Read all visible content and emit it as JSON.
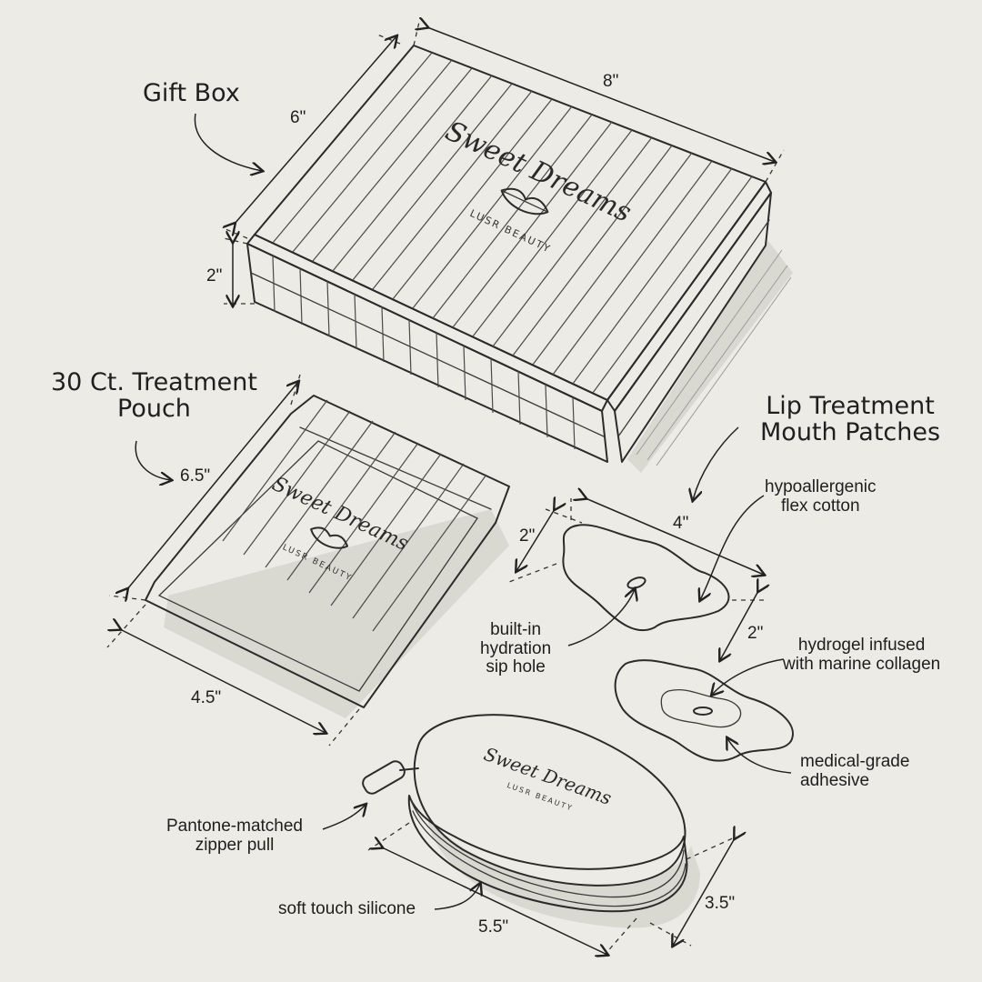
{
  "labels": {
    "gift_box": "Gift Box",
    "treatment_pouch": "30 Ct. Treatment\nPouch",
    "mouth_patches": "Lip Treatment\nMouth Patches"
  },
  "brand": {
    "name": "Sweet Dreams",
    "tagline": "LUSR BEAUTY"
  },
  "dimensions": {
    "box_length": "8\"",
    "box_width": "6\"",
    "box_height": "2\"",
    "pouch_height": "6.5\"",
    "pouch_width": "4.5\"",
    "patch_width": "4\"",
    "patch_height_1": "2\"",
    "patch_height_2": "2\"",
    "case_width": "5.5\"",
    "case_depth": "3.5\""
  },
  "callouts": {
    "hypoallergenic": "hypoallergenic\nflex cotton",
    "hydrogel": "hydrogel infused\nwith marine collagen",
    "adhesive": "medical-grade\nadhesive",
    "sip_hole": "built-in\nhydration\nsip hole",
    "zipper": "Pantone-matched\nzipper pull",
    "silicone": "soft touch silicone"
  }
}
